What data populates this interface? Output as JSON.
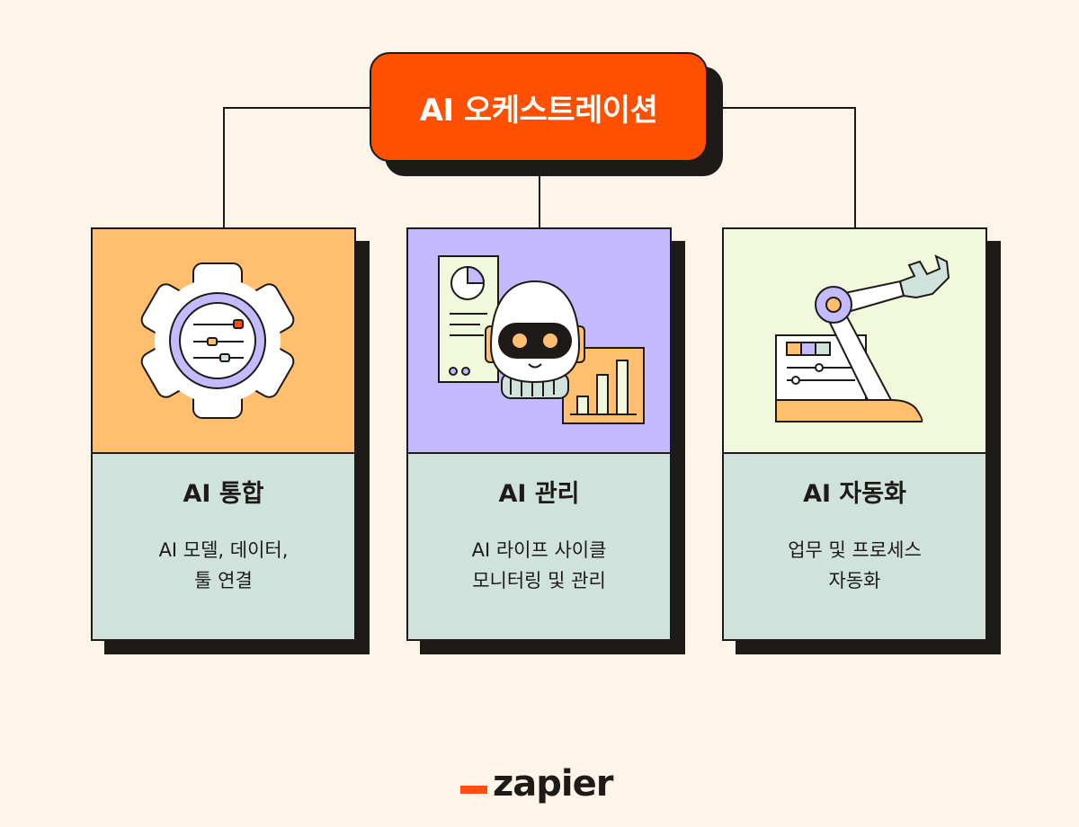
{
  "diagram": {
    "title": "AI 오케스트레이션",
    "cards": [
      {
        "title": "AI 통합",
        "desc_line1": "AI 모델, 데이터,",
        "desc_line2": "툴 연결",
        "icon": "gear-icon",
        "top_color": "#ffbf6e"
      },
      {
        "title": "AI 관리",
        "desc_line1": "AI 라이프 사이클",
        "desc_line2": "모니터링 및 관리",
        "icon": "robot-icon",
        "top_color": "#c5b9ff"
      },
      {
        "title": "AI 자동화",
        "desc_line1": "업무 및 프로세스",
        "desc_line2": "자동화",
        "icon": "robot-arm-icon",
        "top_color": "#f1f9dc"
      }
    ]
  },
  "brand": {
    "logo_text": "zapier",
    "accent": "#ff4f00"
  },
  "colors": {
    "background": "#fdf4ea",
    "title_fill": "#ff4f00",
    "card_bottom": "#cfe3dc",
    "outline": "#1e1a18"
  }
}
